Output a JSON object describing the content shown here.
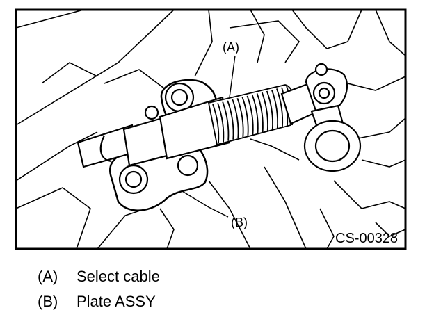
{
  "figure": {
    "callout_a": "(A)",
    "callout_b": "(B)",
    "figure_code": "CS-00328"
  },
  "legend": [
    {
      "key": "(A)",
      "text": "Select cable"
    },
    {
      "key": "(B)",
      "text": "Plate ASSY"
    }
  ]
}
